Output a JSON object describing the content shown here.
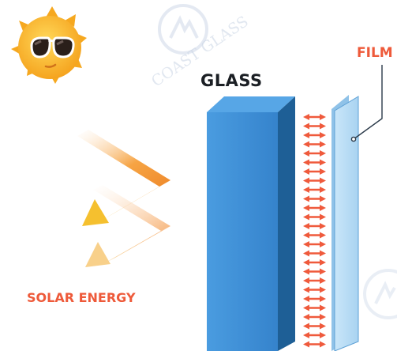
{
  "labels": {
    "glass": "GLASS",
    "film": "FILM",
    "solar_energy": "SOLAR ENERGY"
  },
  "watermark": {
    "text": "COAST GLASS"
  },
  "icons": {
    "sun": "sun-with-sunglasses-icon",
    "heat_arrows": "heat-transfer-arrow-icon",
    "watermark_logo": "coast-glass-logo-icon"
  },
  "colors": {
    "glass_front": "#3d8fd6",
    "glass_side": "#1d5d92",
    "glass_top": "#57a6e6",
    "film": "#b9ddf5",
    "heat_arrow": "#ef5a3c",
    "accent_label": "#ee5a3a",
    "sun": "#f7b52c",
    "solar_ray": "#f4a037"
  }
}
